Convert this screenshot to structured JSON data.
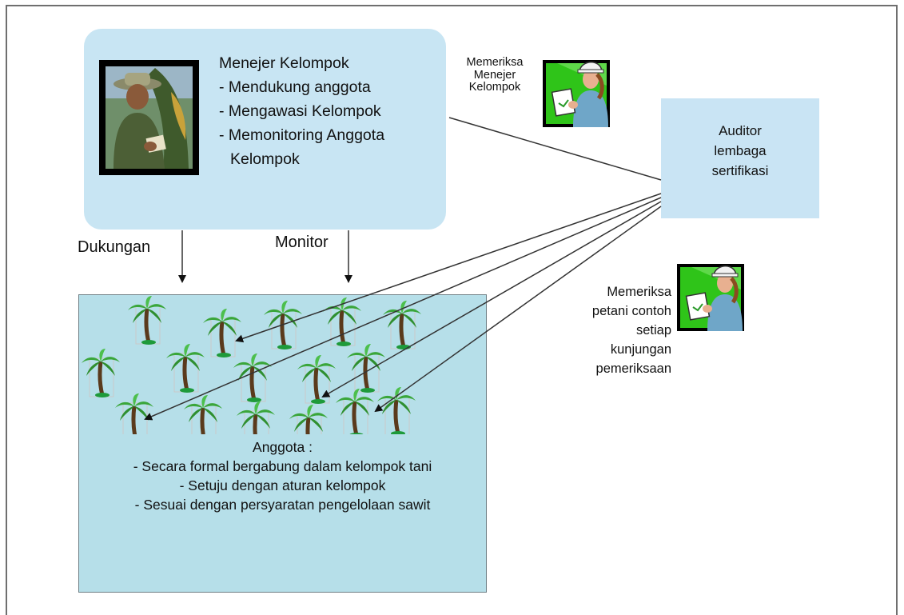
{
  "manager": {
    "title": "Menejer Kelompok",
    "duties": [
      "- Mendukung anggota",
      "- Mengawasi Kelompok",
      "- Memonitoring Anggota",
      "Kelompok"
    ]
  },
  "auditor": {
    "lines": [
      "Auditor",
      "lembaga",
      "sertifikasi"
    ]
  },
  "inspection_manager": {
    "lines": [
      "Memeriksa",
      "Menejer",
      "Kelompok"
    ]
  },
  "inspection_farmers": {
    "lines": [
      "Memeriksa",
      "petani contoh",
      "setiap",
      "kunjungan",
      "pemeriksaan"
    ]
  },
  "arrows": {
    "support_label": "Dukungan",
    "monitor_label": "Monitor"
  },
  "members": {
    "title": "Anggota :",
    "items": [
      "- Secara formal bergabung dalam kelompok tani",
      "- Setuju dengan aturan kelompok",
      "- Sesuai dengan persyaratan pengelolaan sawit"
    ]
  },
  "icons": {
    "manager": "farmer-portrait-icon",
    "inspector": "inspector-clipboard-icon",
    "palm": "palm-tree-icon"
  },
  "colors": {
    "manager_box": "#c8e5f3",
    "auditor_box": "#c9e4f4",
    "members_box": "#b6dfe9",
    "inspector_bg": "#2fc419",
    "palm_leaf": "#3aa63a",
    "palm_trunk": "#5a3a1c"
  }
}
